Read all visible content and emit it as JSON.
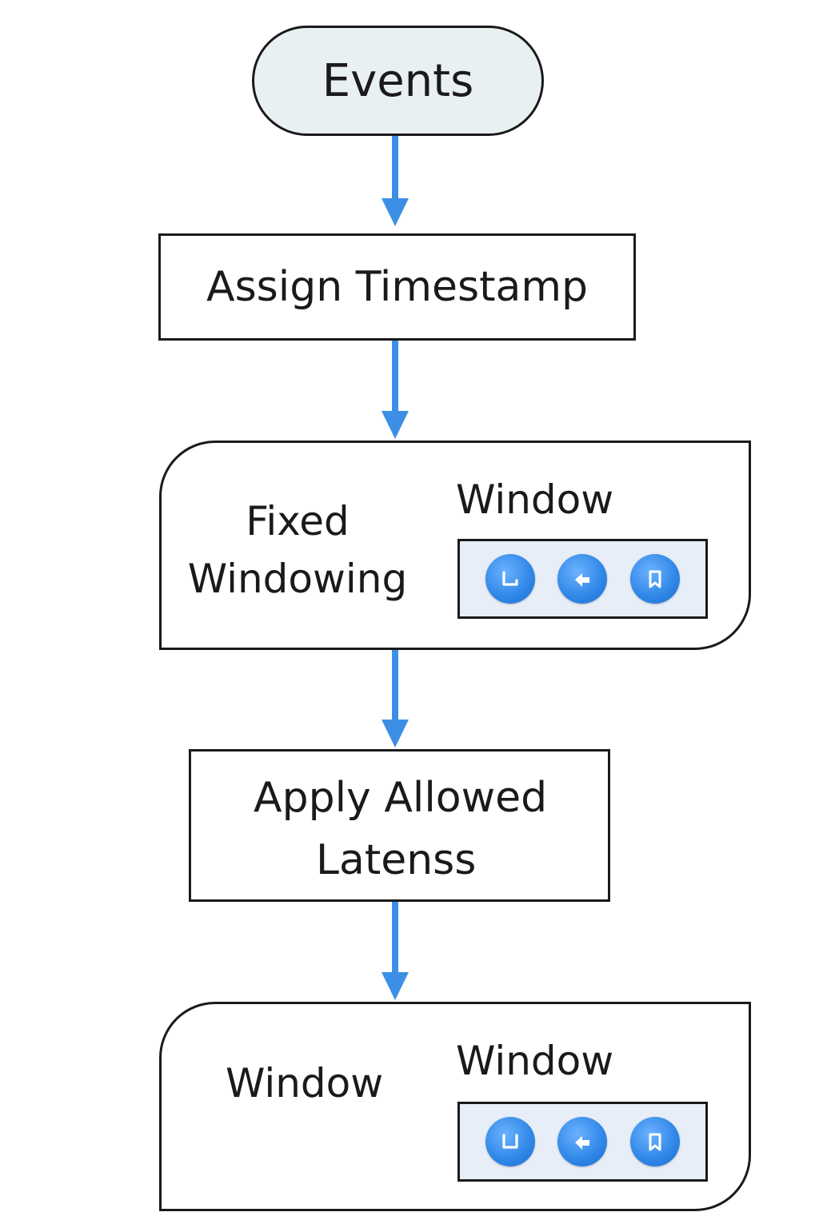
{
  "nodes": {
    "events": "Events",
    "assign_timestamp": "Assign Timestamp",
    "fixed_windowing": {
      "left_label_line1": "Fixed",
      "left_label_line2": "Windowing",
      "right_label": "Window",
      "toolbar_icons": [
        "tray-icon",
        "back-arrow-icon",
        "bookmark-icon"
      ]
    },
    "apply_allowed": {
      "line1": "Apply Allowed",
      "line2": "Latenss"
    },
    "window_output": {
      "left_label": "Window",
      "right_label": "Window",
      "toolbar_icons": [
        "tray-icon",
        "back-arrow-icon",
        "bookmark-icon"
      ]
    }
  },
  "colors": {
    "arrow": "#3d8fe6",
    "icon_button": "#2e86e6",
    "toolbar_bg": "#e8eef8",
    "pill_bg": "#e8f0f2",
    "stroke": "#1a1a1a"
  }
}
